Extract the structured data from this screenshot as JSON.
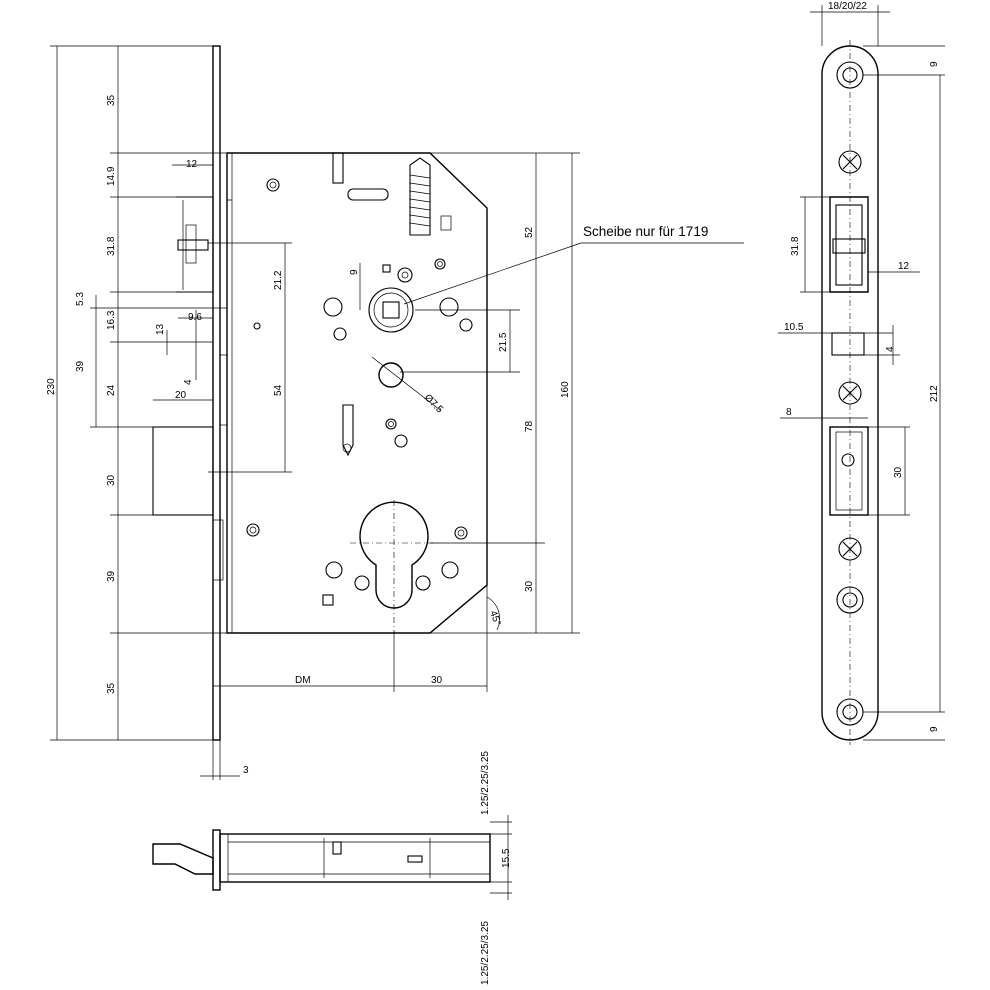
{
  "annotation": "Scheibe nur für 1719",
  "front_view": {
    "left_dimensions": [
      "230",
      "35",
      "14.9",
      "31.8",
      "5.3",
      "16.3",
      "39",
      "24",
      "30",
      "39",
      "35"
    ],
    "inner_dimensions": [
      "12",
      "9.6",
      "13",
      "4",
      "20",
      "21.2",
      "54",
      "9",
      "21.5",
      "52",
      "78",
      "160",
      "30",
      "DM",
      "30",
      "3"
    ],
    "angle_label": "45°",
    "hole_label": "Ø7.5"
  },
  "side_view": {
    "top_width": "18/20/22",
    "dimensions": [
      "9",
      "31.8",
      "12",
      "10.5",
      "4",
      "212",
      "8",
      "30",
      "9"
    ]
  },
  "bottom_view": {
    "dimensions": [
      "1.25/2.25/3.25",
      "15.5",
      "1.25/2.25/3.25"
    ]
  },
  "icons": [
    "screw-cross-icon",
    "screw-hole-icon",
    "cylinder-cutout-icon"
  ]
}
